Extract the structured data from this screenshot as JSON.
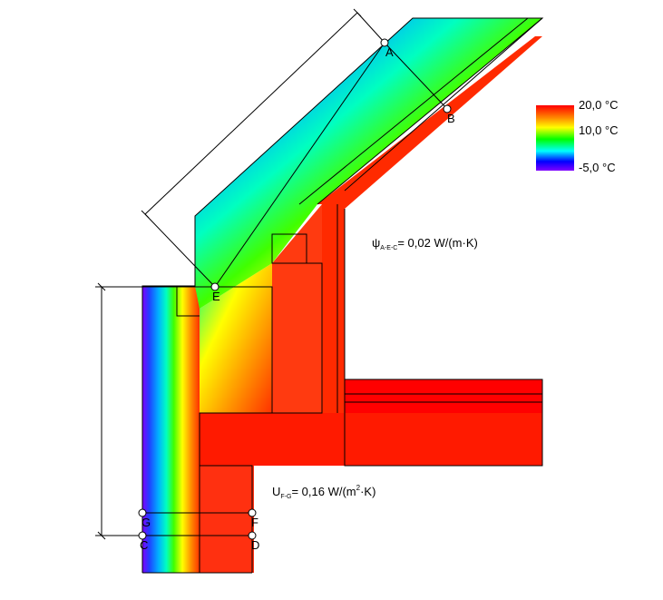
{
  "legend": {
    "max_label": "20,0 °C",
    "mid_label": "10,0 °C",
    "min_label": "-5,0 °C",
    "colors": [
      "#ff0000",
      "#ff8000",
      "#ffff00",
      "#00ff00",
      "#00ffff",
      "#0000ff",
      "#8000ff"
    ]
  },
  "psi": {
    "symbol": "ψ",
    "subscript": "A-E-C",
    "value": "= 0,02 W/(m·K)"
  },
  "u_value": {
    "symbol": "U",
    "subscript": "F-G",
    "value_prefix": "= 0,16 W/(m",
    "value_sup": "2",
    "value_suffix": "·K)"
  },
  "points": {
    "A": "A",
    "B": "B",
    "C": "C",
    "D": "D",
    "E": "E",
    "F": "F",
    "G": "G"
  }
}
